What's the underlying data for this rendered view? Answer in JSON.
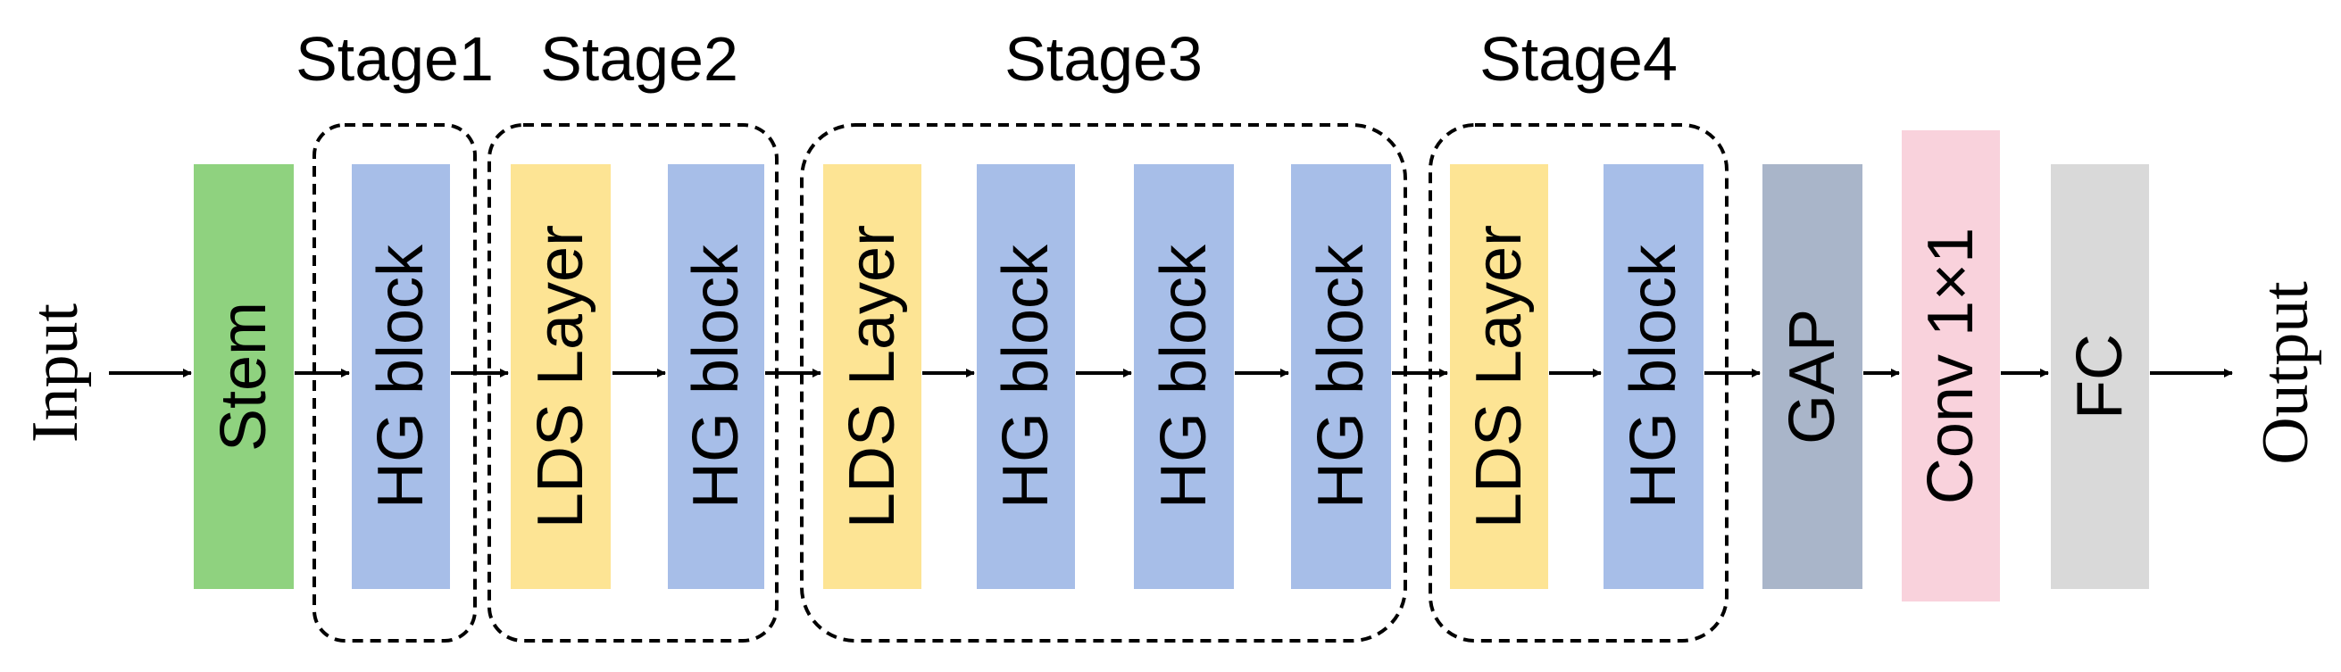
{
  "input_label": "Input",
  "output_label": "Output",
  "stages": [
    {
      "label": "Stage1"
    },
    {
      "label": "Stage2"
    },
    {
      "label": "Stage3"
    },
    {
      "label": "Stage4"
    }
  ],
  "blocks": [
    {
      "id": "stem",
      "label": "Stem",
      "color": "#8fd27f"
    },
    {
      "id": "stage1-hg",
      "label": "HG block",
      "color": "#a7bee8"
    },
    {
      "id": "stage2-lds",
      "label": "LDS Layer",
      "color": "#fde494"
    },
    {
      "id": "stage2-hg",
      "label": "HG block",
      "color": "#a7bee8"
    },
    {
      "id": "stage3-lds",
      "label": "LDS Layer",
      "color": "#fde494"
    },
    {
      "id": "stage3-hg-1",
      "label": "HG block",
      "color": "#a7bee8"
    },
    {
      "id": "stage3-hg-2",
      "label": "HG block",
      "color": "#a7bee8"
    },
    {
      "id": "stage3-hg-3",
      "label": "HG block",
      "color": "#a7bee8"
    },
    {
      "id": "stage4-lds",
      "label": "LDS Layer",
      "color": "#fde494"
    },
    {
      "id": "stage4-hg",
      "label": "HG block",
      "color": "#a7bee8"
    },
    {
      "id": "gap",
      "label": "GAP",
      "color": "#a9b5c9"
    },
    {
      "id": "conv",
      "label": "Conv 1×1",
      "color": "#f9d2dc"
    },
    {
      "id": "fc",
      "label": "FC",
      "color": "#d9d9d9"
    }
  ]
}
